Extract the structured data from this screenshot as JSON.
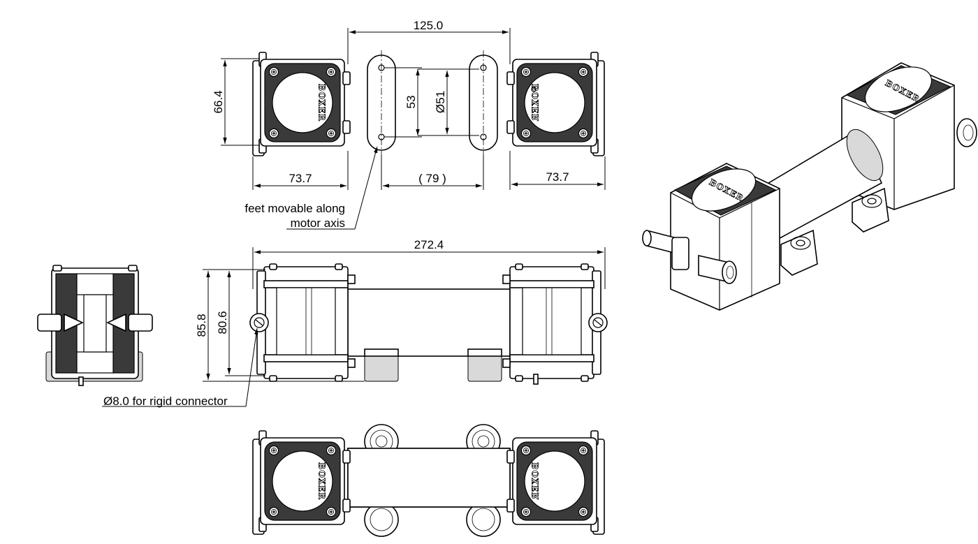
{
  "brand": "BOXER",
  "dimensions": {
    "top_width": "125.0",
    "height": "66.4",
    "foot_spacing": "53",
    "motor_diameter": "Ø51",
    "left_width": "73.7",
    "foot_center": "( 79 )",
    "right_width": "73.7",
    "overall_length": "272.4",
    "overall_height": "85.8",
    "body_height": "80.6"
  },
  "annotations": {
    "feet_line1": "feet movable along",
    "feet_line2": "motor axis",
    "connector": "Ø8.0 for rigid connector"
  }
}
